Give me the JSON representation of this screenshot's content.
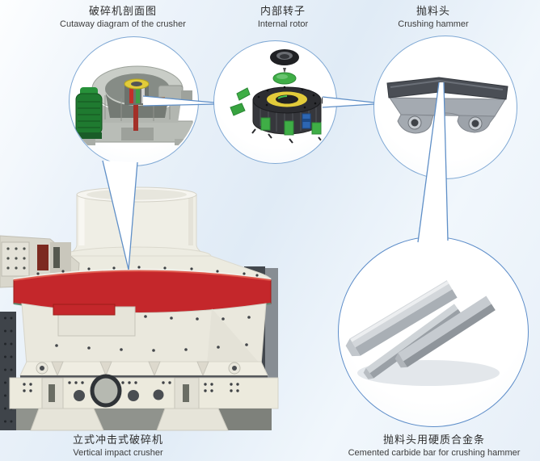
{
  "callouts": [
    {
      "zh": "破碎机剖面图",
      "en": "Cutaway diagram of the crusher"
    },
    {
      "zh": "内部转子",
      "en": "Internal rotor"
    },
    {
      "zh": "抛料头",
      "en": "Crushing hammer"
    }
  ],
  "captions": [
    {
      "zh": "立式冲击式破碎机",
      "en": "Vertical impact crusher"
    },
    {
      "zh": "抛料头用硬质合金条",
      "en": "Cemented carbide bar for crushing hammer"
    }
  ],
  "colors": {
    "connector_line": "#5f8fc7",
    "circle_border": "#7fa8d4",
    "machine_red_band": "#c4272b",
    "motor_green": "#1f7a30",
    "wear_part_green": "#3fae46",
    "rotor_ring_yellow": "#e2cb3a",
    "bracket_blue": "#2d66b2",
    "carbide_bar_grey": "#4a4e55",
    "hammer_steel_grey": "#a4aab1",
    "text": "#333333"
  }
}
